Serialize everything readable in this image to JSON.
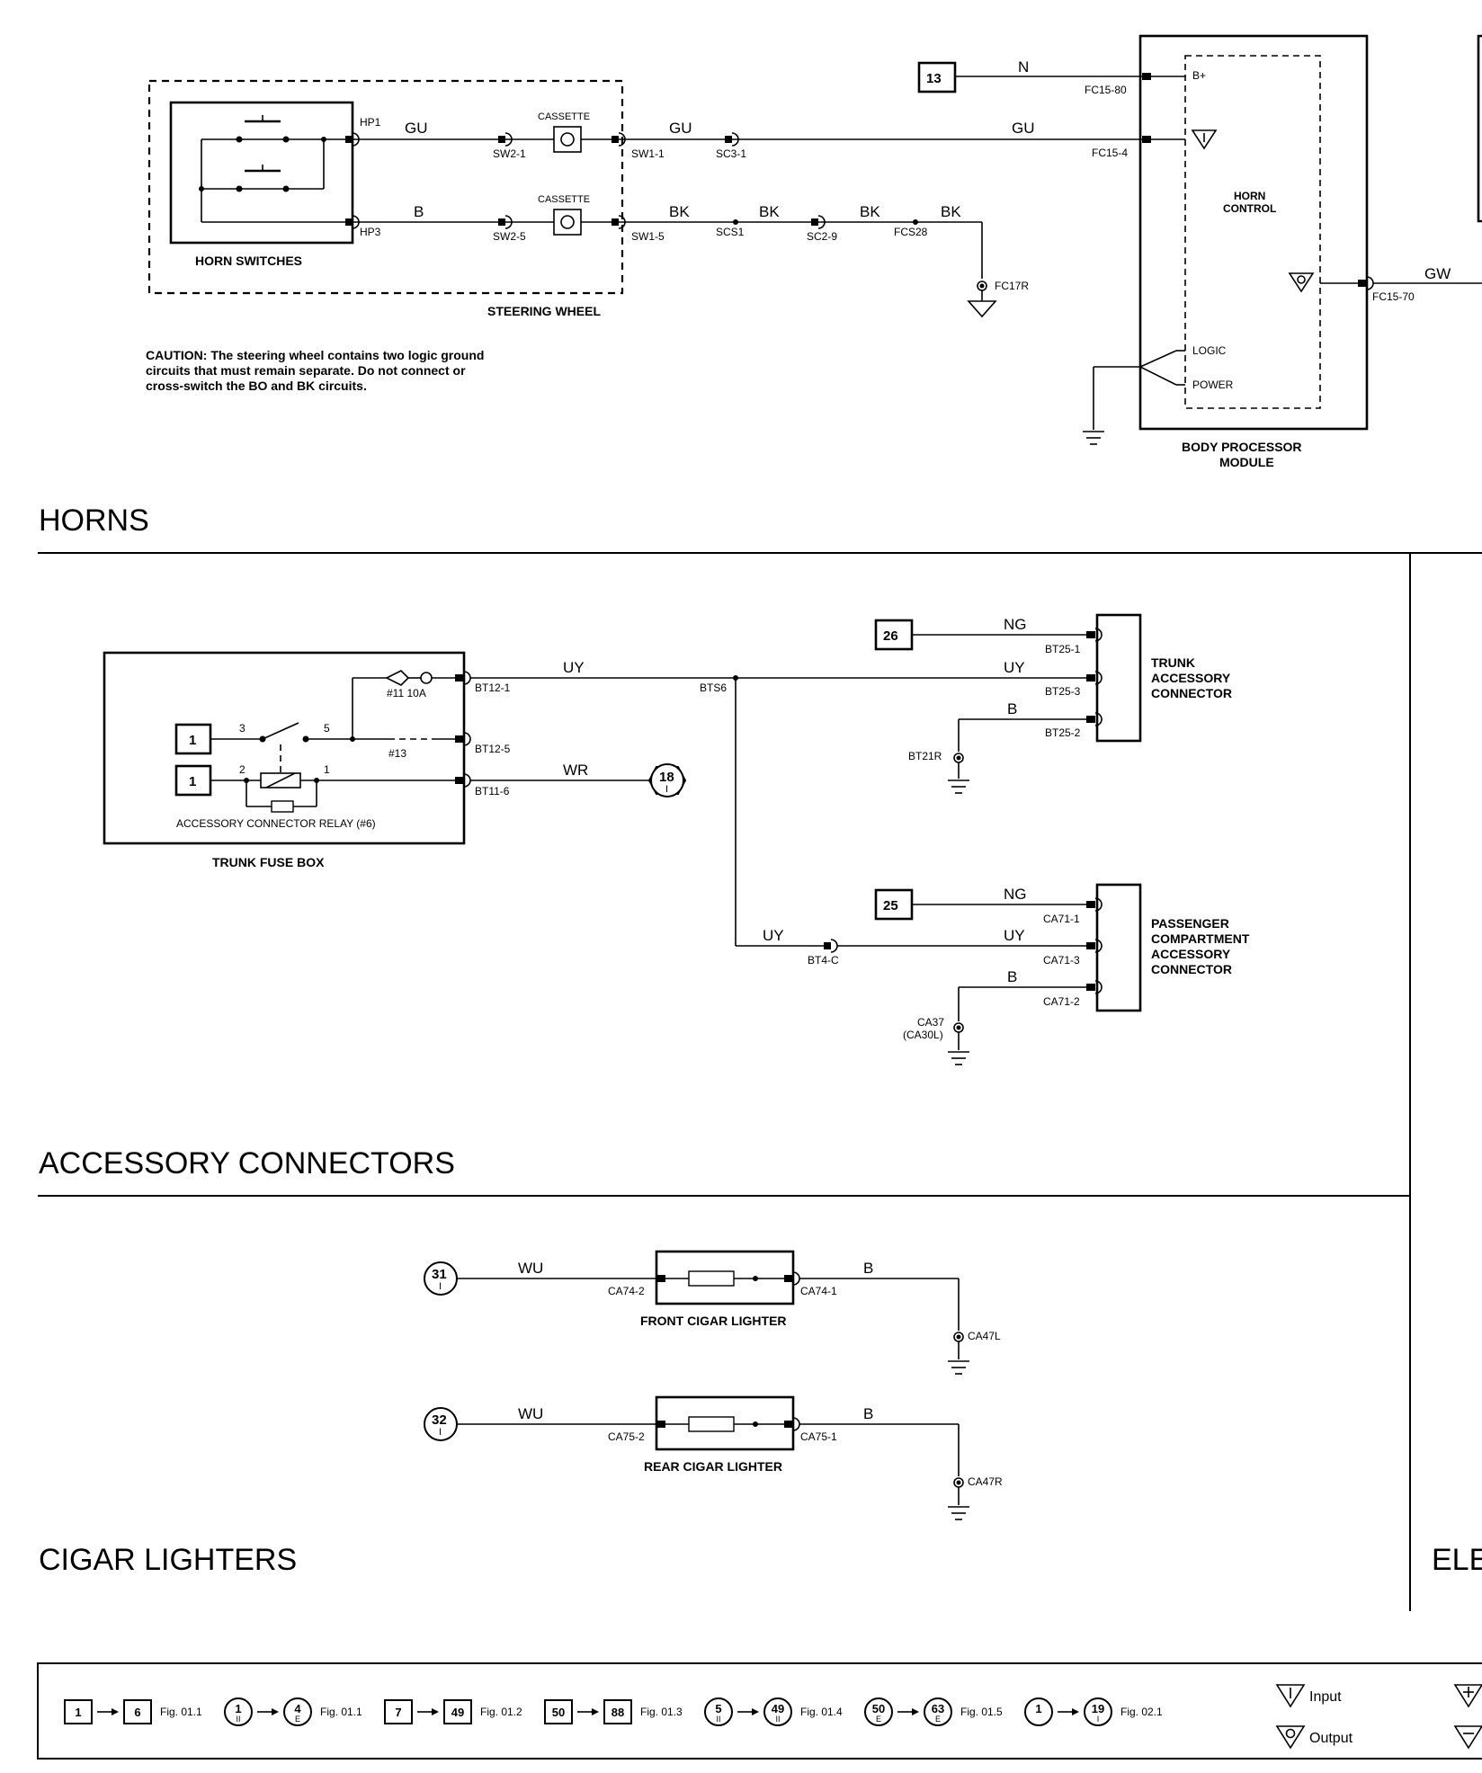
{
  "horns": {
    "title": "HORNS",
    "steering_wheel_label": "STEERING WHEEL",
    "horn_switches_label": "HORN SWITCHES",
    "cassette_top": "CASSETTE",
    "cassette_bottom": "CASSETTE",
    "pins": {
      "hp1": "HP1",
      "hp3": "HP3",
      "sw2_1": "SW2-1",
      "sw2_5": "SW2-5",
      "sw1_1": "SW1-1",
      "sw1_5": "SW1-5",
      "sc3_1": "SC3-1",
      "scs1": "SCS1",
      "sc2_9": "SC2-9",
      "fcs28": "FCS28",
      "fc17r": "FC17R",
      "fc15_80": "FC15-80",
      "fc15_4": "FC15-4",
      "fc15_70": "FC15-70"
    },
    "wires": {
      "gu1": "GU",
      "gu2": "GU",
      "gu3": "GU",
      "b1": "B",
      "bk1": "BK",
      "bk2": "BK",
      "bk3": "BK",
      "bk4": "BK",
      "n": "N",
      "gw": "GW"
    },
    "ref_13": "13",
    "bpm": {
      "b_plus": "B+",
      "horn_control_1": "HORN",
      "horn_control_2": "CONTROL",
      "logic": "LOGIC",
      "power": "POWER",
      "label_1": "BODY PROCESSOR",
      "label_2": "MODULE"
    },
    "caution": [
      "CAUTION: The steering wheel contains two logic ground",
      "circuits that must remain separate.  Do not connect or",
      "cross-switch the BO and BK circuits."
    ]
  },
  "accessory": {
    "title": "ACCESSORY CONNECTORS",
    "fuse_box_label": "TRUNK FUSE BOX",
    "relay_label": "ACCESSORY CONNECTOR RELAY (#6)",
    "fuse_11": "#11 10A",
    "fuse_13": "#13",
    "relay_pins": {
      "p3": "3",
      "p5": "5",
      "p2": "2",
      "p1": "1"
    },
    "ref_1a": "1",
    "ref_1b": "1",
    "ref_26": "26",
    "ref_25": "25",
    "ref_18": "18",
    "ref_18_sub": "I",
    "pins": {
      "bt12_1": "BT12-1",
      "bt12_5": "BT12-5",
      "bt11_6": "BT11-6",
      "bts6": "BTS6",
      "bt25_1": "BT25-1",
      "bt25_3": "BT25-3",
      "bt25_2": "BT25-2",
      "bt21r": "BT21R",
      "bt4_c": "BT4-C",
      "ca71_1": "CA71-1",
      "ca71_3": "CA71-3",
      "ca71_2": "CA71-2",
      "ca37": "CA37",
      "ca30l": "(CA30L)"
    },
    "wires": {
      "uy1": "UY",
      "uy2": "UY",
      "uy3": "UY",
      "uy4": "UY",
      "wr": "WR",
      "ng1": "NG",
      "ng2": "NG",
      "b1": "B",
      "b2": "B"
    },
    "trunk_conn": [
      "TRUNK",
      "ACCESSORY",
      "CONNECTOR"
    ],
    "pass_conn": [
      "PASSENGER",
      "COMPARTMENT",
      "ACCESSORY",
      "CONNECTOR"
    ]
  },
  "cigar": {
    "title": "CIGAR LIGHTERS",
    "front_label": "FRONT CIGAR LIGHTER",
    "rear_label": "REAR CIGAR LIGHTER",
    "ref_31": "31",
    "ref_32": "32",
    "ref_sub": "I",
    "pins": {
      "ca74_2": "CA74-2",
      "ca74_1": "CA74-1",
      "ca47l": "CA47L",
      "ca75_2": "CA75-2",
      "ca75_1": "CA75-1",
      "ca47r": "CA47R"
    },
    "wires": {
      "wu1": "WU",
      "b1": "B",
      "wu2": "WU",
      "b2": "B"
    }
  },
  "right_edge_title": "ELE",
  "key": {
    "items": [
      {
        "from": "1",
        "to": "6",
        "kind": "box",
        "fig": "Fig. 01.1"
      },
      {
        "from": "1",
        "from_sub": "II",
        "to": "4",
        "to_sub": "E",
        "kind": "circle",
        "fig": "Fig. 01.1"
      },
      {
        "from": "7",
        "to": "49",
        "kind": "box",
        "fig": "Fig. 01.2"
      },
      {
        "from": "50",
        "to": "88",
        "kind": "box",
        "fig": "Fig. 01.3"
      },
      {
        "from": "5",
        "from_sub": "II",
        "to": "49",
        "to_sub": "II",
        "kind": "circle",
        "fig": "Fig. 01.4"
      },
      {
        "from": "50",
        "from_sub": "E",
        "to": "63",
        "to_sub": "E",
        "kind": "circle",
        "fig": "Fig. 01.5"
      },
      {
        "from": "1",
        "from_sub": "",
        "to": "19",
        "to_sub": "I",
        "kind": "circle",
        "fig": "Fig. 02.1"
      }
    ],
    "input_label": "Input",
    "output_label": "Output"
  }
}
